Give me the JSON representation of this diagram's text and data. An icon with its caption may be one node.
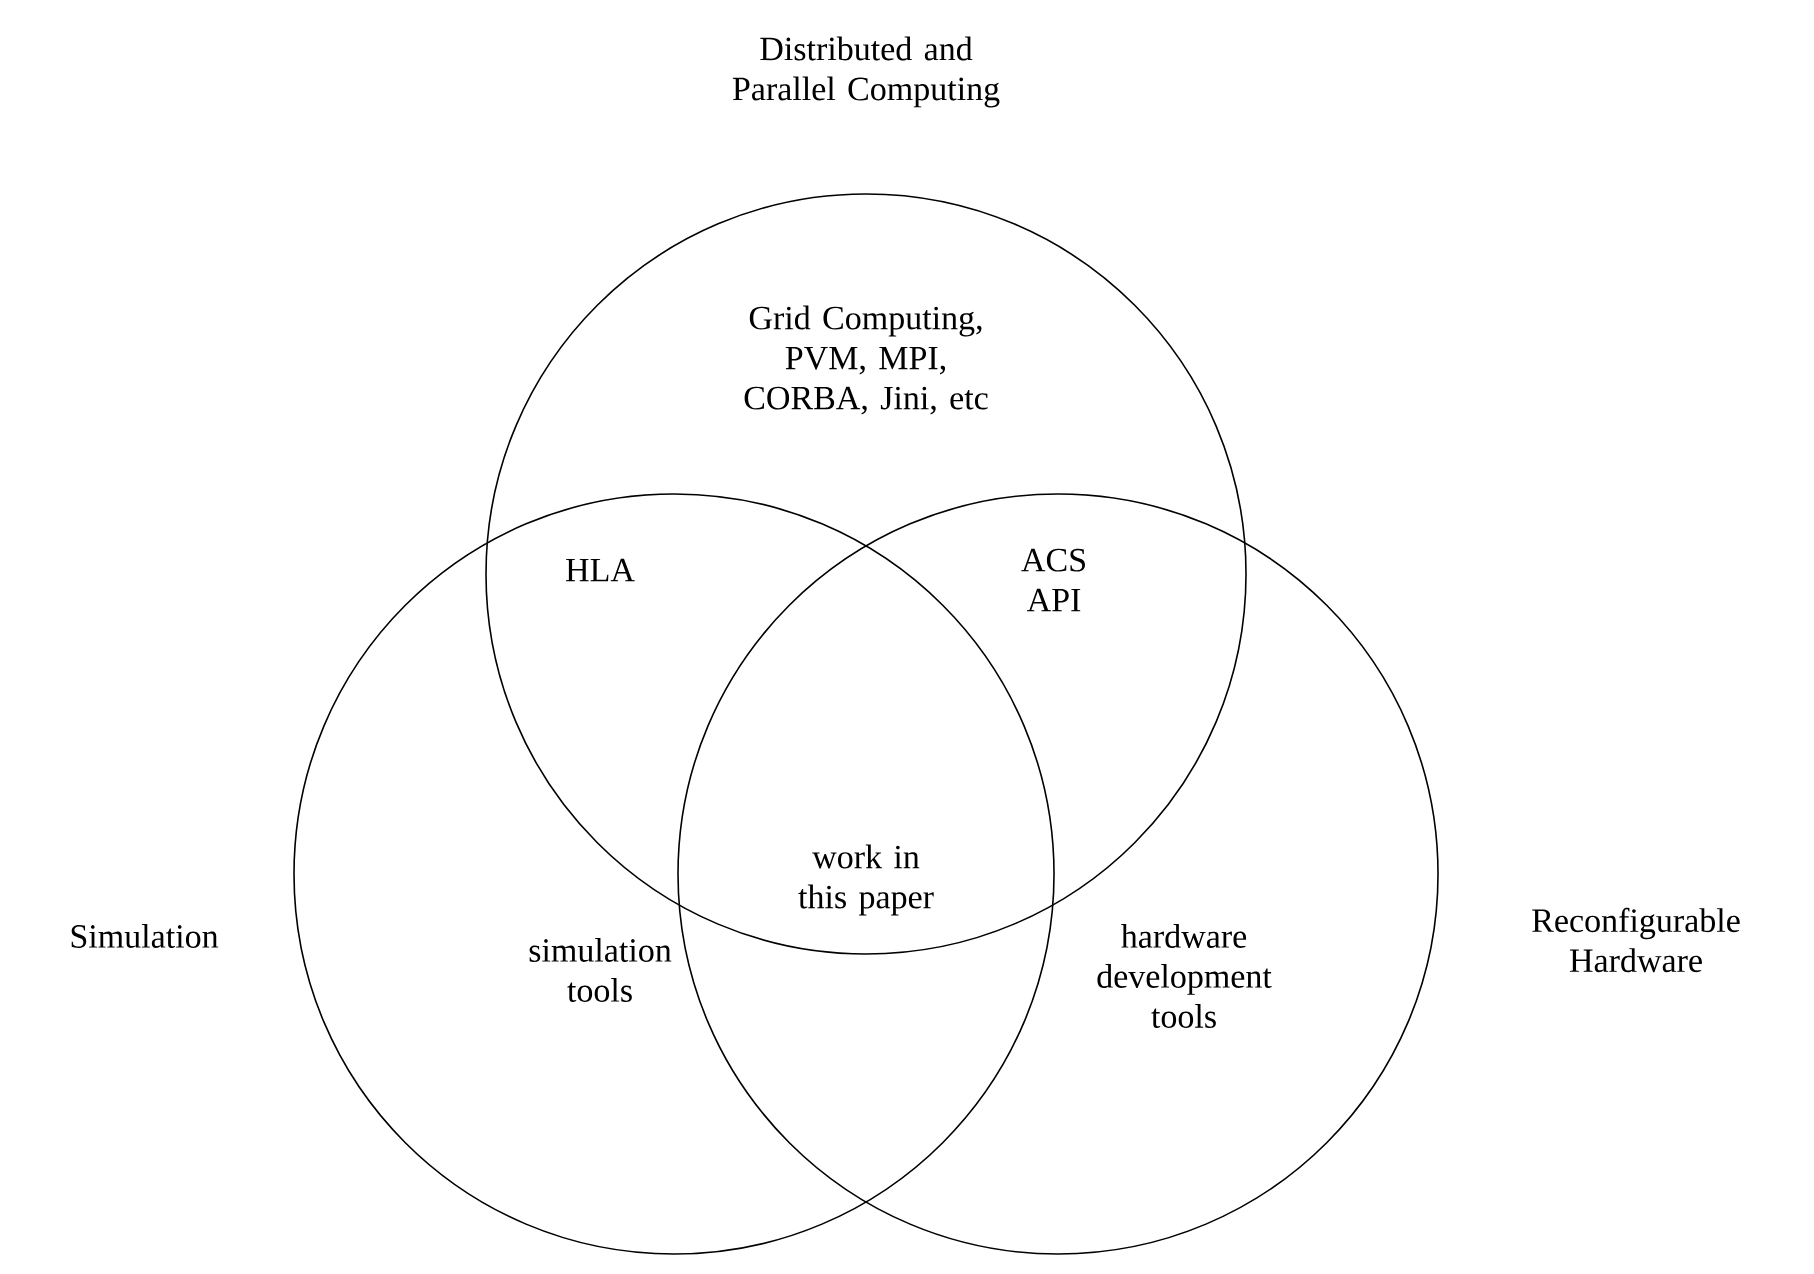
{
  "diagram": {
    "nodes": [
      {
        "text": [
          "Distributed and Parallel Computing",
          "Grid Computing, PVM, MPI, CORBA, Jini, etc"
        ]
      },
      {
        "text": [
          "Simulation",
          "simulation tools"
        ]
      },
      {
        "text": [
          "hardware development tools",
          "Reconfigurable Hardware"
        ]
      }
    ],
    "labels": [
      "HLA",
      "ACS API",
      "work in this paper"
    ]
  }
}
